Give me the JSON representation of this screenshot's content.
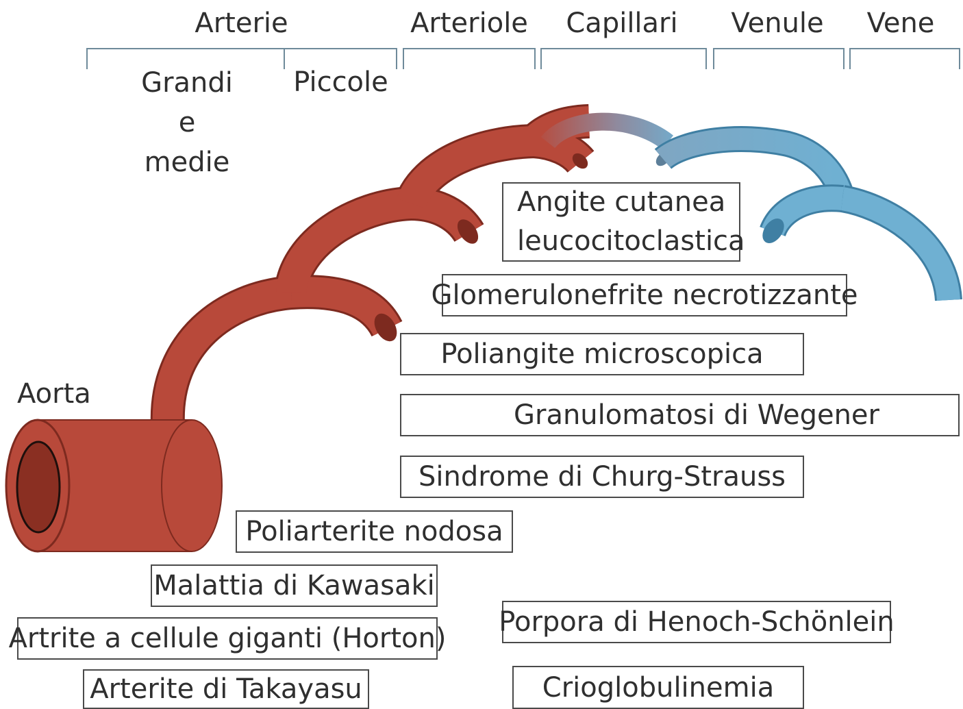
{
  "columns": {
    "arterie": "Arterie",
    "grandi_lines": [
      "Grandi",
      "e",
      "medie"
    ],
    "piccole": "Piccole",
    "arteriole": "Arteriole",
    "capillari": "Capillari",
    "venule": "Venule",
    "vene": "Vene"
  },
  "aorta_label": "Aorta",
  "diseases": {
    "angite": [
      "Angite cutanea",
      "leucocitoclastica"
    ],
    "glomerulonefrite": "Glomerulonefrite necrotizzante",
    "poliangite": "Poliangite microscopica",
    "wegener": "Granulomatosi di Wegener",
    "churg": "Sindrome di Churg-Strauss",
    "poliarterite": "Poliarterite nodosa",
    "kawasaki": "Malattia di Kawasaki",
    "horton": "Artrite a cellule giganti (Horton)",
    "takayasu": "Arterite di Takayasu",
    "henoch": "Porpora di Henoch-Schönlein",
    "crioglobulinemia": "Crioglobulinemia"
  },
  "colors": {
    "artery": "#b8493a",
    "artery_dark": "#7d2a1f",
    "vein": "#6fb0d2",
    "vein_dark": "#3f7fa3",
    "line": "#6e8a9a"
  }
}
